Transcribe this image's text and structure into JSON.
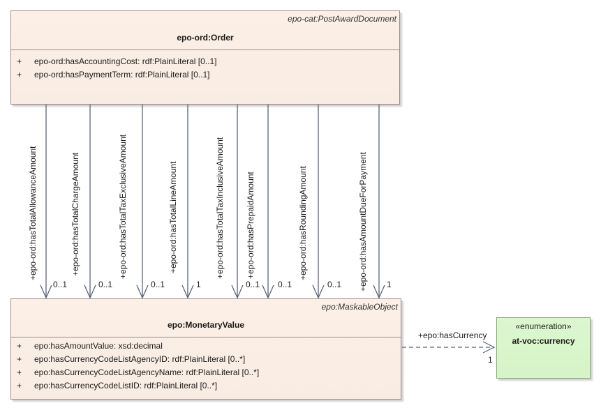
{
  "order_class": {
    "stereotype": "epo-cat:PostAwardDocument",
    "name": "epo-ord:Order",
    "attributes": [
      {
        "visibility": "+",
        "text": "epo-ord:hasAccountingCost: rdf:PlainLiteral [0..1]"
      },
      {
        "visibility": "+",
        "text": "epo-ord:hasPaymentTerm: rdf:PlainLiteral [0..1]"
      }
    ]
  },
  "monetary_class": {
    "stereotype": "epo:MaskableObject",
    "name": "epo:MonetaryValue",
    "attributes": [
      {
        "visibility": "+",
        "text": "epo:hasAmountValue: xsd:decimal"
      },
      {
        "visibility": "+",
        "text": "epo:hasCurrencyCodeListAgencyID: rdf:PlainLiteral [0..*]"
      },
      {
        "visibility": "+",
        "text": "epo:hasCurrencyCodeListAgencyName: rdf:PlainLiteral [0..*]"
      },
      {
        "visibility": "+",
        "text": "epo:hasCurrencyCodeListID: rdf:PlainLiteral [0..*]"
      }
    ]
  },
  "currency_enum": {
    "stereotype": "«enumeration»",
    "name": "at-voc:currency"
  },
  "associations": [
    {
      "role": "+epo-ord:hasTotalAllowanceAmount",
      "multiplicity": "0..1"
    },
    {
      "role": "+epo-ord:hasTotalChargeAmount",
      "multiplicity": "0..1"
    },
    {
      "role": "+epo-ord:hasTotalTaxExclusiveAmount",
      "multiplicity": "0..1"
    },
    {
      "role": "+epo-ord:hasTotalLineAmount",
      "multiplicity": "1"
    },
    {
      "role": "+epo-ord:hasTotalTaxInclusiveAmount",
      "multiplicity": ""
    },
    {
      "role": "+epo-ord:hasPrepaidAmount",
      "multiplicity": "0..1"
    },
    {
      "role": "",
      "multiplicity": "0..1"
    },
    {
      "role": "+epo-ord:hasRoundingAmount",
      "multiplicity": "0..1"
    },
    {
      "role": "+epo-ord:hasAmountDueForPayment",
      "multiplicity": "1"
    }
  ],
  "currency_link": {
    "role": "+epo:hasCurrency",
    "multiplicity": "1"
  },
  "colors": {
    "class_fill": "#fbefe6",
    "enum_fill": "#d9f5cc",
    "line": "#5a6478",
    "border": "#9e8a8a"
  }
}
